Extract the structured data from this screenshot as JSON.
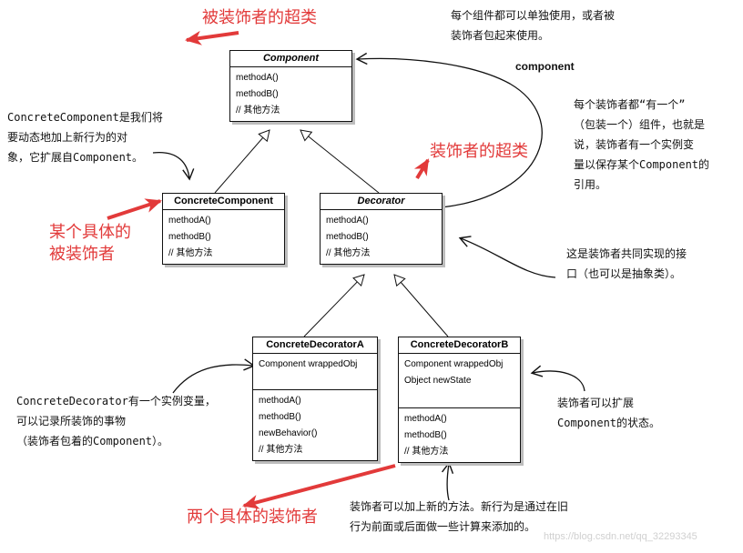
{
  "red_labels": {
    "decorated_super": "被装饰者的超类",
    "decorator_super": "装饰者的超类",
    "concrete_component_line1": "某个具体的",
    "concrete_component_line2": "被装饰者",
    "two_decorators": "两个具体的装饰者"
  },
  "association_label": "component",
  "classes": {
    "component": {
      "name": "Component",
      "methods": [
        "methodA()",
        "methodB()",
        "// 其他方法"
      ]
    },
    "concrete_component": {
      "name": "ConcreteComponent",
      "methods": [
        "methodA()",
        "methodB()",
        "// 其他方法"
      ]
    },
    "decorator": {
      "name": "Decorator",
      "methods": [
        "methodA()",
        "methodB()",
        "// 其他方法"
      ]
    },
    "decorator_a": {
      "name": "ConcreteDecoratorA",
      "fields": [
        "Component wrappedObj"
      ],
      "methods": [
        "methodA()",
        "methodB()",
        "newBehavior()",
        "// 其他方法"
      ]
    },
    "decorator_b": {
      "name": "ConcreteDecoratorB",
      "fields": [
        "Component wrappedObj",
        "Object newState"
      ],
      "methods": [
        "methodA()",
        "methodB()",
        "// 其他方法"
      ]
    }
  },
  "notes": {
    "top_right": [
      "每个组件都可以单独使用，或者被",
      "装饰者包起来使用。"
    ],
    "right_has_a": [
      "每个装饰者都“有一个”",
      "（包装一个）组件，也就是",
      "说，装饰者有一个实例变",
      "量以保存某个Component的",
      "引用。"
    ],
    "interface": [
      "这是装饰者共同实现的接",
      "口（也可以是抽象类）。"
    ],
    "left_concrete": [
      "ConcreteComponent是我们将",
      "要动态地加上新行为的对",
      "象，它扩展自Component。"
    ],
    "left_decorator": [
      "ConcreteDecorator有一个实例变量，",
      "可以记录所装饰的事物",
      "（装饰者包着的Component）。"
    ],
    "right_state": [
      "装饰者可以扩展",
      "Component的状态。"
    ],
    "bottom": [
      "装饰者可以加上新的方法。新行为是通过在旧",
      "行为前面或后面做一些计算来添加的。"
    ]
  },
  "watermark": "https://blog.csdn.net/qq_32293345"
}
